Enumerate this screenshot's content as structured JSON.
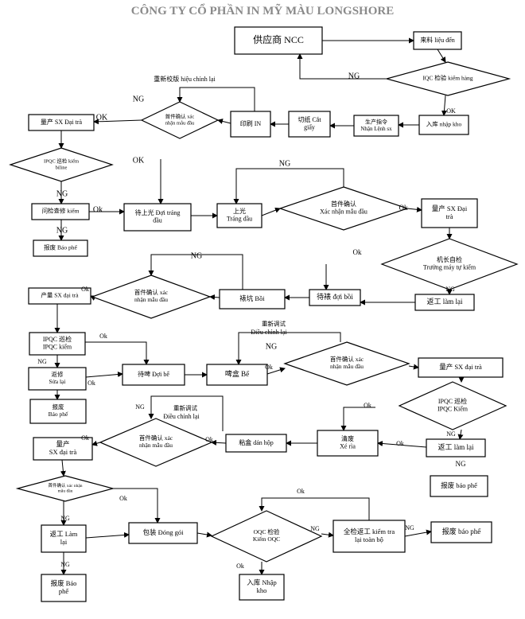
{
  "title": "CÔNG TY CỔ PHẦN IN MỸ MÀU LONGSHORE",
  "nodes": [
    {
      "id": "ncc",
      "shape": "rect",
      "lines": [
        "供应商 NCC"
      ]
    },
    {
      "id": "lieu_den",
      "shape": "rect",
      "lines": [
        "来料 liệu đến"
      ]
    },
    {
      "id": "iqc",
      "shape": "diamond",
      "lines": [
        "IQC 检验 kiểm hàng"
      ]
    },
    {
      "id": "nhap_kho",
      "shape": "rect",
      "lines": [
        "入库 nhập kho"
      ]
    },
    {
      "id": "nhan_lenh",
      "shape": "rect",
      "lines": [
        "生产指令",
        "Nhận Lệnh sx"
      ]
    },
    {
      "id": "cat_giay",
      "shape": "rect",
      "lines": [
        "切纸 Cắt",
        "giấy"
      ]
    },
    {
      "id": "in",
      "shape": "rect",
      "lines": [
        "印刷 IN"
      ]
    },
    {
      "id": "xac_nhan_1",
      "shape": "diamond",
      "lines": [
        "首件确认 xác",
        "nhận mẫu đầu"
      ]
    },
    {
      "id": "sx_1",
      "shape": "rect",
      "lines": [
        "量产 SX Đại trà"
      ]
    },
    {
      "id": "ipqc_1",
      "shape": "diamond",
      "lines": [
        "IPQC 巡检 kiểm",
        "biline"
      ]
    },
    {
      "id": "qc_1",
      "shape": "rect",
      "lines": [
        "问检查修 kiểm"
      ]
    },
    {
      "id": "bao_phe_1",
      "shape": "rect",
      "lines": [
        "报废 Báo phế"
      ]
    },
    {
      "id": "doi_trang",
      "shape": "rect",
      "lines": [
        "待上光 Đợi tráng",
        "đầu"
      ]
    },
    {
      "id": "trang_dau",
      "shape": "rect",
      "lines": [
        "上光",
        "Tráng dầu"
      ]
    },
    {
      "id": "xac_nhan_2",
      "shape": "diamond",
      "lines": [
        "首件确认",
        "Xác nhận mẫu đầu"
      ]
    },
    {
      "id": "sx_2",
      "shape": "rect",
      "lines": [
        "量产 SX Đại",
        "trà"
      ]
    },
    {
      "id": "may_kiem",
      "shape": "diamond",
      "lines": [
        "机长自检",
        "Trưởng máy tự kiểm"
      ]
    },
    {
      "id": "lam_lai_1",
      "shape": "rect",
      "lines": [
        "返工 làm lại"
      ]
    },
    {
      "id": "doi_boi",
      "shape": "rect",
      "lines": [
        "待裱 đợi bồi"
      ]
    },
    {
      "id": "boi",
      "shape": "rect",
      "lines": [
        "裱坑 Bồi"
      ]
    },
    {
      "id": "xac_nhan_3",
      "shape": "diamond",
      "lines": [
        "首件确认 xác",
        "nhận mẫu đầu"
      ]
    },
    {
      "id": "sx_3",
      "shape": "rect",
      "lines": [
        "产量 SX đại trà"
      ]
    },
    {
      "id": "ipqc_2",
      "shape": "rect",
      "lines": [
        "IPQC 巡检",
        "IPQC kiểm"
      ]
    },
    {
      "id": "sua_lai",
      "shape": "rect",
      "lines": [
        "返修",
        "Sửa lại"
      ]
    },
    {
      "id": "bao_phe_2",
      "shape": "rect",
      "lines": [
        "报废",
        "Báo phế"
      ]
    },
    {
      "id": "doi_be",
      "shape": "rect",
      "lines": [
        "待啤 Đợi bế"
      ]
    },
    {
      "id": "be",
      "shape": "rect",
      "lines": [
        "啤盒 Bế"
      ]
    },
    {
      "id": "xac_nhan_4",
      "shape": "diamond",
      "lines": [
        "首件确认 xác",
        "nhận mẫu đầu"
      ]
    },
    {
      "id": "sx_4",
      "shape": "rect",
      "lines": [
        "量产 SX đại trà"
      ]
    },
    {
      "id": "ipqc_3",
      "shape": "diamond",
      "lines": [
        "IPQC 巡检",
        "IPQC Kiểm"
      ]
    },
    {
      "id": "lam_lai_2",
      "shape": "rect",
      "lines": [
        "返工 làm lại"
      ]
    },
    {
      "id": "bao_phe_3",
      "shape": "rect",
      "lines": [
        "报废 báo phế"
      ]
    },
    {
      "id": "xe_ria",
      "shape": "rect",
      "lines": [
        "清废",
        "Xé rìa"
      ]
    },
    {
      "id": "dan_hop",
      "shape": "rect",
      "lines": [
        "粘盒 dán hộp"
      ]
    },
    {
      "id": "xac_nhan_5",
      "shape": "diamond",
      "lines": [
        "首件确认 xác",
        "nhận mẫu đầu"
      ]
    },
    {
      "id": "sx_5",
      "shape": "rect",
      "lines": [
        "量产",
        "SX đại trà"
      ]
    },
    {
      "id": "xac_nhan_6",
      "shape": "diamond",
      "lines": [
        "首件确认 xác nhận",
        "mẫu đầu"
      ]
    },
    {
      "id": "lam_lai_3",
      "shape": "rect",
      "lines": [
        "返工 Làm",
        "lại"
      ]
    },
    {
      "id": "bao_phe_4",
      "shape": "rect",
      "lines": [
        "报废 Báo",
        "phế"
      ]
    },
    {
      "id": "dong_goi",
      "shape": "rect",
      "lines": [
        "包装 Đóng gói"
      ]
    },
    {
      "id": "oqc",
      "shape": "diamond",
      "lines": [
        "OQC 检验",
        "Kiểm OQC"
      ]
    },
    {
      "id": "kiem_lai",
      "shape": "rect",
      "lines": [
        "全检返工 kiểm tra",
        "lại toàn bộ"
      ]
    },
    {
      "id": "bao_phe_5",
      "shape": "rect",
      "lines": [
        "报废 báo phế"
      ]
    },
    {
      "id": "nhap_kho_2",
      "shape": "rect",
      "lines": [
        "入库 Nhập",
        "kho"
      ]
    }
  ],
  "labels": [
    {
      "id": "lb_ng_iqc",
      "text": "NG"
    },
    {
      "id": "lb_ok_iqc",
      "text": "OK"
    },
    {
      "id": "lb_hieu_chinh",
      "text": "重新校版 hiệu chỉnh lại"
    },
    {
      "id": "lb_ng_xn1",
      "text": "NG"
    },
    {
      "id": "lb_ok_xn1",
      "text": "OK"
    },
    {
      "id": "lb_ok_ipqc1",
      "text": "OK"
    },
    {
      "id": "lb_ng_ipqc1",
      "text": "NG"
    },
    {
      "id": "lb_ok_qc1",
      "text": "Ok"
    },
    {
      "id": "lb_ng_qc1",
      "text": "NG"
    },
    {
      "id": "lb_ng_xn2",
      "text": "NG"
    },
    {
      "id": "lb_ok_xn2",
      "text": "Ok"
    },
    {
      "id": "lb_ok_mk",
      "text": "Ok"
    },
    {
      "id": "lb_ng_mk",
      "text": "NG"
    },
    {
      "id": "lb_ng_xn3",
      "text": "NG"
    },
    {
      "id": "lb_ok_xn3",
      "text": "Ok"
    },
    {
      "id": "lb_ok_ipqc2",
      "text": "Ok"
    },
    {
      "id": "lb_ng_ipqc2",
      "text": "NG"
    },
    {
      "id": "lb_ok_sl",
      "text": "Ok"
    },
    {
      "id": "lb_dieu_chinh_1a",
      "text": "重新调试"
    },
    {
      "id": "lb_dieu_chinh_1b",
      "text": "Điều chỉnh lại"
    },
    {
      "id": "lb_ng_xn4",
      "text": "NG"
    },
    {
      "id": "lb_ok_xn4",
      "text": "Ok"
    },
    {
      "id": "lb_ok_ipqc3",
      "text": "Ok"
    },
    {
      "id": "lb_ng_ipqc3",
      "text": "NG"
    },
    {
      "id": "lb_ok_ll2",
      "text": "Ok"
    },
    {
      "id": "lb_ng_ll2",
      "text": "NG"
    },
    {
      "id": "lb_dieu_chinh_2a",
      "text": "重新调试"
    },
    {
      "id": "lb_dieu_chinh_2b",
      "text": "Điều chỉnh lại"
    },
    {
      "id": "lb_ng_xn5",
      "text": "NG"
    },
    {
      "id": "lb_ok_xn5a",
      "text": "Ok"
    },
    {
      "id": "lb_ok_xn5b",
      "text": "Ok"
    },
    {
      "id": "lb_ok_xn6",
      "text": "Ok"
    },
    {
      "id": "lb_ng_xn6",
      "text": "NG"
    },
    {
      "id": "lb_ng_ll3",
      "text": "NG"
    },
    {
      "id": "lb_ng_oqc",
      "text": "NG"
    },
    {
      "id": "lb_ok_oqc",
      "text": "Ok"
    },
    {
      "id": "lb_ok_kl",
      "text": "Ok"
    },
    {
      "id": "lb_ng_kl",
      "text": "NG"
    }
  ]
}
